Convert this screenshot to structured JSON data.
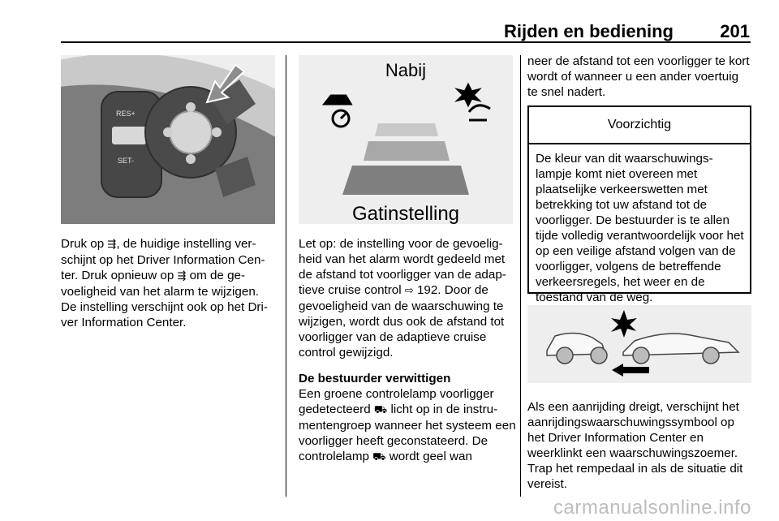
{
  "header": {
    "title": "Rijden en bediening",
    "page_number": "201"
  },
  "figure1": {
    "btn_res": "RES+",
    "btn_set": "SET-"
  },
  "figure2": {
    "top_label": "Nabij",
    "bottom_label": "Gatinstelling"
  },
  "col1": {
    "para1": [
      "Druk op ",
      {
        "icon": "gap-setting-icon",
        "glyph": "⇶"
      },
      ", de huidige instelling ver­schijnt op het Driver Information Cen­ter. Druk opnieuw op ",
      {
        "icon": "gap-setting-icon",
        "glyph": "⇶"
      },
      " om de ge­voeligheid van het alarm te wijzigen. De instelling verschijnt ook op het Dri­ver Information Center."
    ]
  },
  "col2": {
    "para1": [
      "Let op: de instelling voor de gevoelig­heid van het alarm wordt gedeeld met de afstand tot voorligger van de adap­tieve cruise control ",
      {
        "icon": "page-ref-arrow-icon",
        "glyph": "⇨"
      },
      " 192. Door de gevoeligheid van de waarschuwing te wijzigen, wordt dus ook de afstand tot voorligger van de adaptieve cruise control gewijzigd."
    ],
    "heading2": "De bestuurder verwittigen",
    "para2": [
      "Een groene controlelamp voorligger gedetecteerd ",
      {
        "icon": "vehicle-ahead-icon",
        "glyph": "⛟"
      },
      " licht op in de instru­mentengroep wanneer het systeem een voorligger heeft geconstateerd. De controlelamp ",
      {
        "icon": "vehicle-ahead-icon",
        "glyph": "⛟"
      },
      " wordt geel wan­"
    ]
  },
  "col3": {
    "para1": "neer de afstand tot een voorligger te kort wordt of wanneer u een ander voertuig te snel nadert.",
    "caution_title": "Voorzichtig",
    "caution_body": "De kleur van dit waarschuwings­lampje komt niet overeen met plaatselijke verkeerswetten met betrekking tot uw afstand tot de voorligger. De bestuurder is te al­len tijde volledig verantwoordelijk voor het op een veilige afstand vol­gen van de voorligger, volgens de betreffende verkeersregels, het weer en de toestand van de weg.",
    "para2": "Als een aanrijding dreigt, verschijnt het aanrijdingswaarschuwingssym­bool op het Driver Information Center en weerklinkt een waarschuwings­zoemer. Trap het rempedaal in als de situatie dit vereist."
  },
  "footer": {
    "watermark": "carmanualsonline.info"
  }
}
